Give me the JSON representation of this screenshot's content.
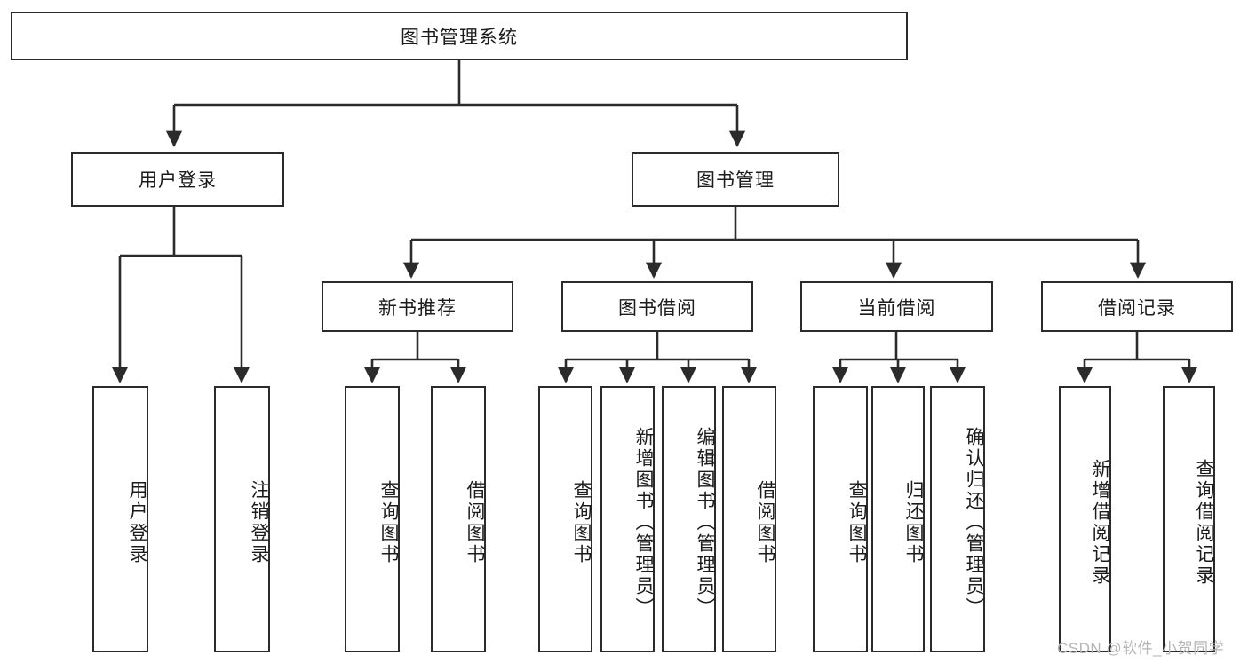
{
  "diagram": {
    "title": "图书管理系统",
    "type": "tree",
    "root": {
      "label": "图书管理系统"
    },
    "level1": [
      {
        "label": "用户登录"
      },
      {
        "label": "图书管理"
      }
    ],
    "level2": [
      {
        "label": "新书推荐",
        "parent": "图书管理"
      },
      {
        "label": "图书借阅",
        "parent": "图书管理"
      },
      {
        "label": "当前借阅",
        "parent": "图书管理"
      },
      {
        "label": "借阅记录",
        "parent": "图书管理"
      }
    ],
    "leaves": {
      "user_login": [
        {
          "label": "用户登录"
        },
        {
          "label": "注销登录"
        }
      ],
      "new_book_recommend": [
        {
          "label": "查询图书"
        },
        {
          "label": "借阅图书"
        }
      ],
      "book_borrow": [
        {
          "label": "查询图书"
        },
        {
          "label": "新增图书（管理员）"
        },
        {
          "label": "编辑图书（管理员）"
        },
        {
          "label": "借阅图书"
        }
      ],
      "current_borrow": [
        {
          "label": "查询图书"
        },
        {
          "label": "归还图书"
        },
        {
          "label": "确认归还（管理员）"
        }
      ],
      "borrow_record": [
        {
          "label": "新增借阅记录"
        },
        {
          "label": "查询借阅记录"
        }
      ]
    }
  },
  "watermark": {
    "text": "CSDN @软件_小贺同学"
  },
  "colors": {
    "stroke": "#2b2b2b",
    "background": "#ffffff",
    "text": "#1b1b1b",
    "watermark": "#b6b6b6"
  }
}
